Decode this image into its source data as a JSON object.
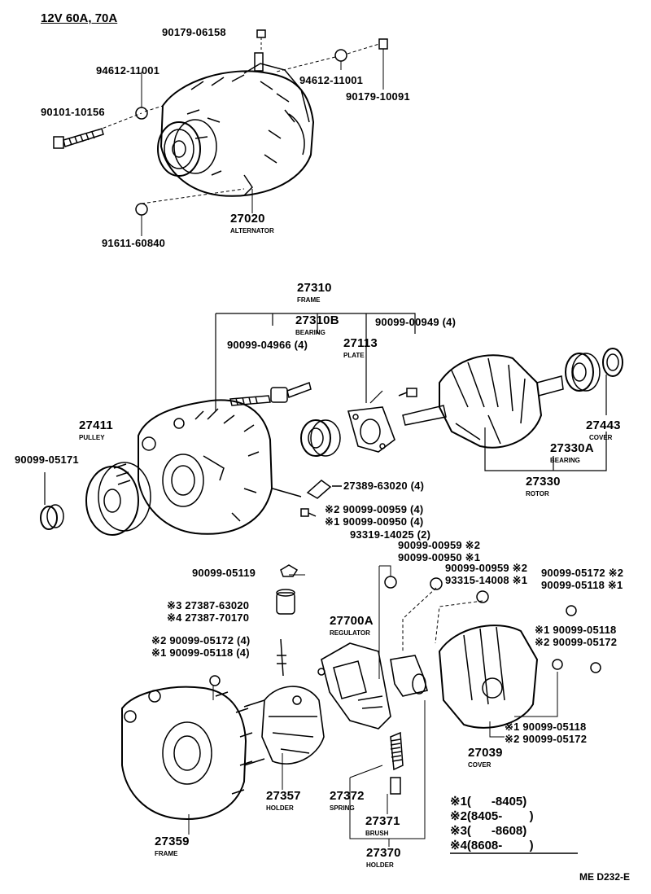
{
  "title": "12V 60A, 70A",
  "diagram_code": "ME D232-E",
  "top_parts": {
    "p1": "90179-06158",
    "p2": "94612-11001",
    "p3": "94612-11001",
    "p4": "90179-10091",
    "p5": "90101-10156",
    "p6": "27020",
    "p6_name": "ALTERNATOR",
    "p7": "91611-60840"
  },
  "middle_parts": {
    "frame": "27310",
    "frame_name": "FRAME",
    "bearing": "27310B",
    "bearing_name": "BEARING",
    "bolt_a": "90099-04966 (4)",
    "bolt_b": "90099-00949 (4)",
    "plate": "27113",
    "plate_name": "PLATE",
    "pulley": "27411",
    "pulley_name": "PULLEY",
    "nut": "90099-05171",
    "cover": "27443",
    "cover_name": "COVER",
    "rotor_bearing": "27330A",
    "rotor_bearing_name": "BEARING",
    "rotor": "27330",
    "rotor_name": "ROTOR",
    "insulator": "27389-63020 (4)",
    "screw_2": "※2 90099-00959 (4)",
    "screw_1": "※1 90099-00950 (4)",
    "screw_set": "93319-14025 (2)"
  },
  "lower_parts": {
    "a1": "90099-00959 ※2",
    "a2": "90099-00950 ※1",
    "a3": "90099-00959 ※2",
    "a4": "93315-14008 ※1",
    "a5": "90099-05172 ※2",
    "a6": "90099-05118 ※1",
    "nut_a": "90099-05119",
    "term_3": "※3 27387-63020",
    "term_4": "※4 27387-70170",
    "reg": "27700A",
    "reg_name": "REGULATOR",
    "n2": "※2 90099-05172 (4)",
    "n1": "※1 90099-05118 (4)",
    "c1": "※1 90099-05118",
    "c2": "※2 90099-05172",
    "d1": "※1 90099-05118",
    "d2": "※2 90099-05172",
    "cover": "27039",
    "cover_name": "COVER",
    "holder": "27357",
    "holder_name": "HOLDER",
    "spring": "27372",
    "spring_name": "SPRING",
    "brush": "27371",
    "brush_name": "BRUSH",
    "brush_holder": "27370",
    "brush_holder_name": "HOLDER",
    "frame": "27359",
    "frame_name": "FRAME"
  },
  "legend": [
    "※1(      -8405)",
    "※2(8405-        )",
    "※3(      -8608)",
    "※4(8608-        )"
  ]
}
